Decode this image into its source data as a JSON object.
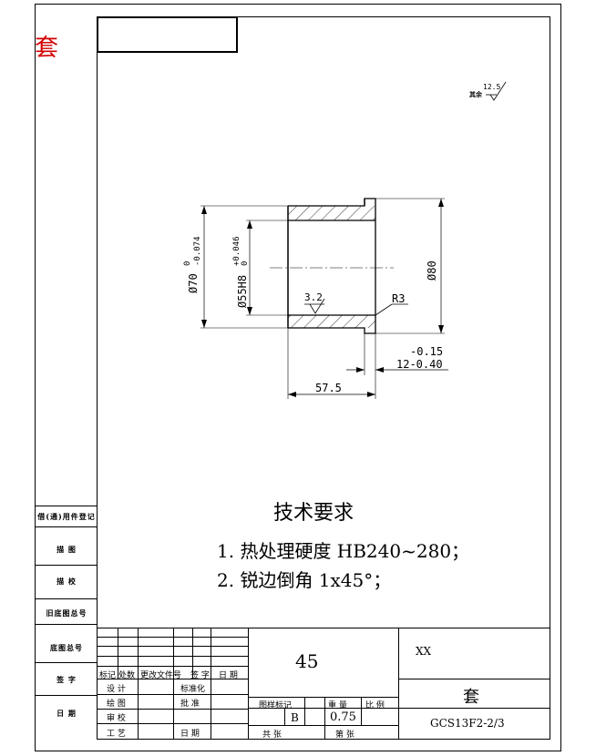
{
  "corner_char": "套",
  "roughness_note": {
    "symbol_value": "12.5",
    "prefix": "其余"
  },
  "drawing": {
    "dim_outer_label": "Ø70",
    "dim_outer_tol_upper": "0",
    "dim_outer_tol_lower": "-0.074",
    "dim_bore_label": "Ø55H8",
    "dim_bore_tol_upper": "+0.046",
    "dim_bore_tol_lower": "0",
    "dim_flange_label": "Ø80",
    "surface_roughness": "3.2",
    "fillet": "R3",
    "dim_length": "57.5",
    "dim_flange_thk_tol": "-0.15",
    "dim_flange_thk": "12-0.40"
  },
  "tech_requirements": {
    "title": "技术要求",
    "items": [
      "1. 热处理硬度 HB240~280；",
      "2. 锐边倒角 1x45°；"
    ]
  },
  "side_labels": [
    "借(通)用件登记",
    "描 图",
    "描 校",
    "旧底图总号",
    "底图总号",
    "签 字",
    "日 期"
  ],
  "title_block": {
    "drawing_number_big": "45",
    "company": "XX",
    "part_name": "套",
    "code": "GCS13F2-2/3",
    "stage_mark_header": "图样标记",
    "weight_header": "重 量",
    "scale_header": "比 例",
    "stage_mark": "B",
    "weight": "0.75",
    "total_sheets": "共    张",
    "sheet_no": "第    张",
    "rev_headers": [
      "标记",
      "处数",
      "更改文件号",
      "签 字",
      "日 期"
    ],
    "rows": [
      {
        "role": "设 计",
        "role2": "标准化"
      },
      {
        "role": "绘 图",
        "role2": "批 准"
      },
      {
        "role": "审 校",
        "role2": ""
      },
      {
        "role": "工 艺",
        "role2": "日 期"
      }
    ]
  }
}
